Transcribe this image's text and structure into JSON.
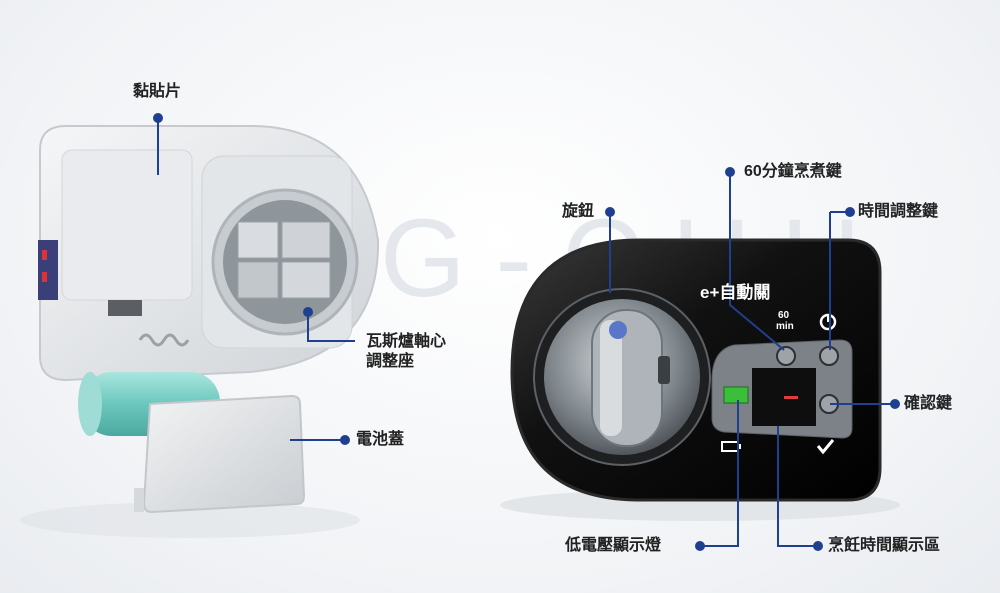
{
  "watermark": "G-CHU",
  "device": {
    "brand_text": "e+自動關",
    "button_60_top": "60",
    "button_60_bottom": "min"
  },
  "labels": {
    "sticker": "黏貼片",
    "gas_shaft_seat": "瓦斯爐軸心\n調整座",
    "battery_cover": "電池蓋",
    "knob": "旋鈕",
    "cook_60_key": "60分鐘烹煮鍵",
    "time_adjust_key": "時間調整鍵",
    "confirm_key": "確認鍵",
    "low_battery_light": "低電壓顯示燈",
    "cook_time_display": "烹飪時間顯示區"
  },
  "colors": {
    "accent": "#1f3f8f",
    "device_body": "#141414",
    "panel": "#7d8288",
    "led_green": "#3bbf3b",
    "led_red": "#e23b3b",
    "shell_left": "#e6e8ea",
    "battery": "#7fd0c8"
  }
}
